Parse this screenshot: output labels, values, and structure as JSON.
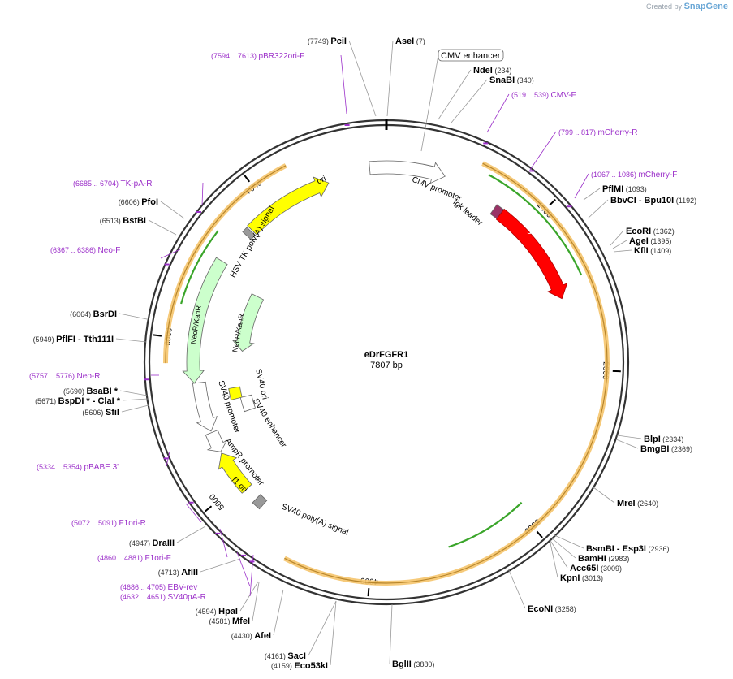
{
  "watermark": {
    "prefix": "Created by",
    "brand": "SnapGene"
  },
  "plasmid": {
    "name": "eDrFGFR1",
    "size_label": "7807 bp",
    "length": 7807
  },
  "colors": {
    "enzyme": "#000000",
    "primer": "#9b2fc9",
    "yellow": "#ffff00",
    "red": "#ff0000",
    "green_light": "#ccffcc",
    "orange_halo": "#f5c46b",
    "gray": "#999999",
    "maroon": "#993366"
  },
  "ticks": [
    {
      "bp": 1000,
      "label": "1000"
    },
    {
      "bp": 2000,
      "label": "2000"
    },
    {
      "bp": 3000,
      "label": "3000"
    },
    {
      "bp": 4000,
      "label": "4000"
    },
    {
      "bp": 5000,
      "label": "5000"
    },
    {
      "bp": 6000,
      "label": "6000"
    },
    {
      "bp": 7000,
      "label": "7000"
    }
  ],
  "enzymes": [
    {
      "name": "PciI",
      "pos": "(7749)",
      "bp": 7749
    },
    {
      "name": "AseI",
      "pos": "(7)",
      "bp": 7
    },
    {
      "name": "CMV enhancer",
      "pos": "",
      "bp": 100,
      "boxed": true
    },
    {
      "name": "NdeI",
      "pos": "(234)",
      "bp": 234
    },
    {
      "name": "SnaBI",
      "pos": "(340)",
      "bp": 340
    },
    {
      "name": "PflMI",
      "pos": "(1093)",
      "bp": 1093
    },
    {
      "name": "BbvCI - Bpu10I",
      "pos": "(1192)",
      "bp": 1192
    },
    {
      "name": "EcoRI",
      "pos": "(1362)",
      "bp": 1362
    },
    {
      "name": "AgeI",
      "pos": "(1395)",
      "bp": 1395
    },
    {
      "name": "KflI",
      "pos": "(1409)",
      "bp": 1409
    },
    {
      "name": "BlpI",
      "pos": "(2334)",
      "bp": 2334
    },
    {
      "name": "BmgBI",
      "pos": "(2369)",
      "bp": 2369
    },
    {
      "name": "MreI",
      "pos": "(2640)",
      "bp": 2640
    },
    {
      "name": "BsmBI - Esp3I",
      "pos": "(2936)",
      "bp": 2936
    },
    {
      "name": "BamHI",
      "pos": "(2983)",
      "bp": 2983
    },
    {
      "name": "Acc65I",
      "pos": "(3009)",
      "bp": 3009
    },
    {
      "name": "KpnI",
      "pos": "(3013)",
      "bp": 3013
    },
    {
      "name": "EcoNI",
      "pos": "(3258)",
      "bp": 3258
    },
    {
      "name": "BglII",
      "pos": "(3880)",
      "bp": 3880
    },
    {
      "name": "SacI",
      "pos": "(4161)",
      "bp": 4161
    },
    {
      "name": "Eco53kI",
      "pos": "(4159)",
      "bp": 4159
    },
    {
      "name": "AfeI",
      "pos": "(4430)",
      "bp": 4430
    },
    {
      "name": "MfeI",
      "pos": "(4581)",
      "bp": 4581
    },
    {
      "name": "HpaI",
      "pos": "(4594)",
      "bp": 4594
    },
    {
      "name": "AflII",
      "pos": "(4713)",
      "bp": 4713
    },
    {
      "name": "DraIII",
      "pos": "(4947)",
      "bp": 4947
    },
    {
      "name": "SfiI",
      "pos": "(5606)",
      "bp": 5606
    },
    {
      "name": "BspDI * - ClaI *",
      "pos": "(5671)",
      "bp": 5671
    },
    {
      "name": "BsaBI *",
      "pos": "(5690)",
      "bp": 5690
    },
    {
      "name": "PflFI - Tth111I",
      "pos": "(5949)",
      "bp": 5949
    },
    {
      "name": "BsrDI",
      "pos": "(6064)",
      "bp": 6064
    },
    {
      "name": "BstBI",
      "pos": "(6513)",
      "bp": 6513
    },
    {
      "name": "PfoI",
      "pos": "(6606)",
      "bp": 6606
    }
  ],
  "primers": [
    {
      "name": "pBR322ori-F",
      "pos": "(7594 .. 7613)",
      "bp": 7603
    },
    {
      "name": "CMV-F",
      "pos": "(519 .. 539)",
      "bp": 529
    },
    {
      "name": "mCherry-R",
      "pos": "(799 .. 817)",
      "bp": 808
    },
    {
      "name": "mCherry-F",
      "pos": "(1067 .. 1086)",
      "bp": 1076
    },
    {
      "name": "TK-pA-R",
      "pos": "(6685 .. 6704)",
      "bp": 6694
    },
    {
      "name": "Neo-F",
      "pos": "(6367 .. 6386)",
      "bp": 6376
    },
    {
      "name": "Neo-R",
      "pos": "(5757 .. 5776)",
      "bp": 5766
    },
    {
      "name": "pBABE 3'",
      "pos": "(5334 .. 5354)",
      "bp": 5344
    },
    {
      "name": "F1ori-R",
      "pos": "(5072 .. 5091)",
      "bp": 5081
    },
    {
      "name": "F1ori-F",
      "pos": "(4860 .. 4881)",
      "bp": 4870
    },
    {
      "name": "EBV-rev",
      "pos": "(4686 .. 4705)",
      "bp": 4695
    },
    {
      "name": "SV40pA-R",
      "pos": "(4632 .. 4651)",
      "bp": 4641
    }
  ],
  "features": [
    {
      "name": "ori",
      "kind": "arrow",
      "color": "yellow",
      "start": 6820,
      "end": 7420,
      "dir": 1
    },
    {
      "name": "CMV promoter",
      "kind": "arrow",
      "color": "white",
      "start": 7700,
      "end": 380,
      "dir": 1
    },
    {
      "name": "Igk leader",
      "kind": "box",
      "color": "maroon",
      "start": 760,
      "end": 815,
      "dir": 1
    },
    {
      "name": "mCherry",
      "kind": "arrow",
      "color": "red",
      "start": 815,
      "end": 1520,
      "dir": 1
    },
    {
      "name": "NeoR/KanR",
      "kind": "arrow",
      "color": "green_light",
      "start": 5720,
      "end": 6540,
      "dir": -1
    },
    {
      "name": "NeoR/KanR",
      "kind": "arrow",
      "color": "green_light",
      "start": 5950,
      "end": 6440,
      "dir": -1
    },
    {
      "name": "HSV TK poly(A) signal",
      "kind": "box",
      "color": "gray",
      "start": 6770,
      "end": 6810,
      "dir": 0
    },
    {
      "name": "SV40 ori",
      "kind": "box",
      "color": "yellow",
      "start": 5560,
      "end": 5650,
      "dir": 0
    },
    {
      "name": "SV40 enhancer",
      "kind": "box",
      "color": "white",
      "start": 5440,
      "end": 5560,
      "dir": 0
    },
    {
      "name": "SV40 promoter",
      "kind": "arrow",
      "color": "white",
      "start": 5390,
      "end": 5720,
      "dir": -1
    },
    {
      "name": "AmpR promoter",
      "kind": "arrow",
      "color": "white",
      "start": 5240,
      "end": 5380,
      "dir": -1
    },
    {
      "name": "f1 ori",
      "kind": "arrow",
      "color": "yellow",
      "start": 4940,
      "end": 5230,
      "dir": 1
    },
    {
      "name": "SV40 poly(A) signal",
      "kind": "box",
      "color": "gray",
      "start": 4790,
      "end": 4850,
      "dir": 0
    }
  ]
}
